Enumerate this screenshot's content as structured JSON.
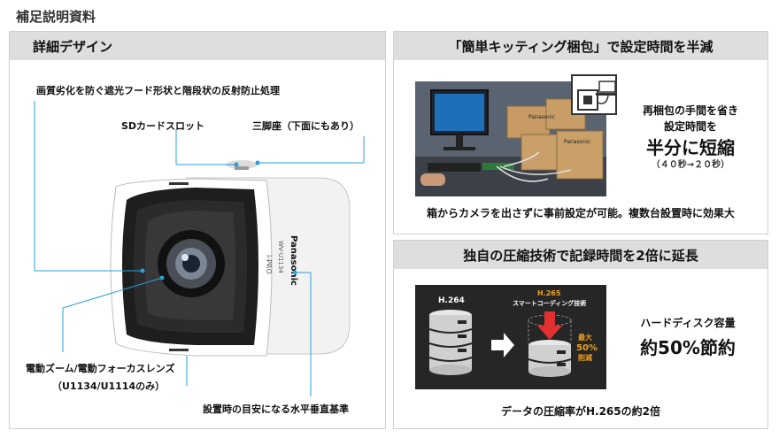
{
  "page": {
    "title": "補足説明資料"
  },
  "design": {
    "header": "詳細デザイン",
    "annotations": {
      "hood": "画質劣化を防ぐ遮光フード形状と階段状の反射防止処理",
      "sd_slot": "SDカードスロット",
      "tripod": "三脚座（下面にもあり）",
      "zoom_lens_line1": "電動ズーム/電動フォーカスレンズ",
      "zoom_lens_line2": "（U1134/U1114のみ）",
      "level_mark": "設置時の目安になる水平垂直基準"
    },
    "camera": {
      "brand": "Panasonic",
      "model": "WV-U1134",
      "series": "i-PRO"
    }
  },
  "kitting": {
    "header": "「簡単キッティング梱包」で設定時間を半減",
    "desc_line1": "再梱包の手間を省き",
    "desc_line2": "設定時間を",
    "emphasis": "半分に短縮",
    "time_note": "（４０秒→２０秒）",
    "caption": "箱からカメラを出さずに事前設定が可能。複数台設置時に効果大",
    "box_brand": "Panasonic"
  },
  "compression": {
    "header": "独自の圧縮技術で記録時間を2倍に延長",
    "h264_label": "H.264",
    "h265_label_line1": "H.265",
    "h265_label_line2": "スマートコーディング技術",
    "badge_line1": "最大",
    "badge_line2": "50%",
    "badge_line3": "削減",
    "desc_line1": "ハードディスク容量",
    "emphasis": "約50%節約",
    "caption": "データの圧縮率がH.265の約2倍"
  },
  "colors": {
    "header_bg": "#dedede",
    "accent_red": "#e03030",
    "accent_orange": "#f0a020",
    "dark_bg": "#262626"
  }
}
